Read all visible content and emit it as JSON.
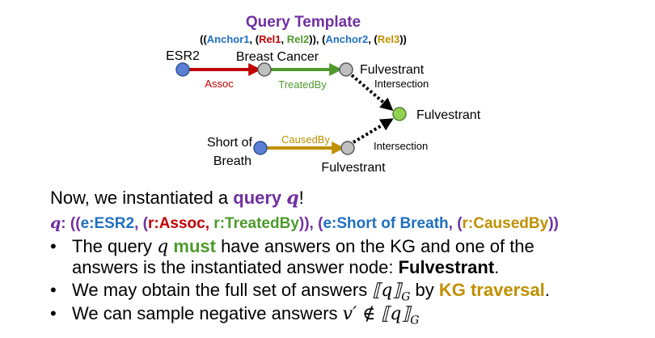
{
  "template": {
    "title": "Query Template",
    "paren_open": "((",
    "anchor1": "Anchor1",
    "comma_paren": ", (",
    "rel1": "Rel1",
    "comma": ", ",
    "rel2": "Rel2",
    "close_mid": ")), (",
    "anchor2": "Anchor2",
    "rel3": "Rel3",
    "close_end": "))"
  },
  "diagram": {
    "esr2": "ESR2",
    "breast_cancer": "Breast Cancer",
    "assoc": "Assoc",
    "treated_by": "TreatedBy",
    "fulvestrant_top": "Fulvestrant",
    "intersection_top": "Intersection",
    "fulvestrant_answer": "Fulvestrant",
    "short_of": "Short of",
    "breath": "Breath",
    "caused_by": "CausedBy",
    "intersection_bottom": "Intersection",
    "fulvestrant_bottom": "Fulvestrant",
    "colors": {
      "anchor_node": "#5b7fd4",
      "intermediate_node": "#bfbfbf",
      "answer_node": "#92d050",
      "assoc_arrow": "#c00000",
      "treated_by_arrow": "#4e9a2d",
      "caused_by_arrow": "#bf9000"
    }
  },
  "text": {
    "line1_pre": "Now, we instantiated a ",
    "line1_query": "query ",
    "line1_q": "q",
    "line1_post": "!",
    "line2_q": "q",
    "line2_colon": ": ((",
    "line2_e1": "e:ESR2",
    "line2_c1": ", (",
    "line2_r1": "r:Assoc,",
    "line2_sp": " ",
    "line2_r2": "r:TreatedBy",
    "line2_c2": ")), (",
    "line2_e2": "e:Short of Breath",
    "line2_c3": ", (",
    "line2_r3": "r:CausedBy",
    "line2_c4": "))",
    "bullet": "•",
    "b1_pre": "The query ",
    "b1_q": "q",
    "b1_must": " must",
    "b1_post": " have answers on the KG and one of the",
    "b1_line2_pre": "answers is the instantiated answer node: ",
    "b1_line2_bold": "Fulvestrant",
    "b1_line2_post": ".",
    "b2_pre": "We may obtain the full set of answers ",
    "b2_math": "⟦q⟧",
    "b2_sub": "G",
    "b2_mid": " by ",
    "b2_kg": "KG traversal",
    "b2_post": ".",
    "b3_pre": "We can sample negative answers ",
    "b3_math": "v′ ∉ ⟦q⟧",
    "b3_sub": "G"
  }
}
